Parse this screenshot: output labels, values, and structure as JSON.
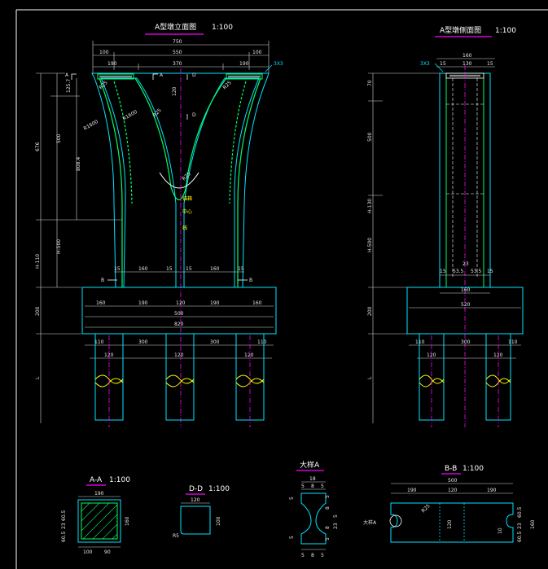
{
  "titles": {
    "front_view": "A型墩立面图",
    "front_scale": "1:100",
    "side_view": "A型墩侧面图",
    "side_scale": "1:100",
    "section_aa": "A-A",
    "section_aa_scale": "1:100",
    "section_dd": "D-D",
    "section_dd_scale": "1:100",
    "detail_a": "大样A",
    "section_bb": "B-B",
    "section_bb_scale": "1:100"
  },
  "front": {
    "top_dims": [
      "750",
      "100",
      "550",
      "100",
      "190",
      "370",
      "190"
    ],
    "callout_right": "3X3",
    "marks": [
      "A",
      "A",
      "D",
      "D",
      "B",
      "B"
    ],
    "left_dims": [
      "125.7",
      "500",
      "808.4",
      "H-500",
      "H-110",
      "676",
      "200",
      "L"
    ],
    "radius_labels": [
      "R1600",
      "R1600",
      "R25",
      "R25",
      "R25",
      "R25"
    ],
    "inner_labels": [
      "120",
      "锚箱",
      "中心",
      "线"
    ],
    "base_small_dims": [
      "15",
      "160",
      "15",
      "15",
      "160",
      "15"
    ],
    "cap_dims": [
      "160",
      "190",
      "120",
      "190",
      "160",
      "500",
      "820"
    ],
    "pile_dims": [
      "110",
      "300",
      "300",
      "110",
      "120",
      "120",
      "120"
    ]
  },
  "side": {
    "top_dims": [
      "160",
      "15",
      "130",
      "15"
    ],
    "callout_left": "3X3",
    "left_dims": [
      "70",
      "500",
      "H-130",
      "H-500",
      "200",
      "L"
    ],
    "base_dims": [
      "15",
      "53.5",
      "53.5",
      "15",
      "23",
      "160"
    ],
    "cap_dim": "520",
    "pile_dims": [
      "110",
      "300",
      "110",
      "120",
      "120"
    ]
  },
  "aa": {
    "dims": [
      "190",
      "100",
      "90",
      "160",
      "60.5",
      "23",
      "60.5"
    ]
  },
  "dd": {
    "dims": [
      "120",
      "100",
      "R5"
    ]
  },
  "detail": {
    "dims": [
      "18",
      "5",
      "8",
      "5",
      "5",
      "8",
      "5",
      "5",
      "8",
      "5",
      "5",
      "8",
      "5",
      "5",
      "23"
    ]
  },
  "bb": {
    "dims": [
      "500",
      "190",
      "120",
      "190",
      "60.5",
      "23",
      "60.5",
      "160",
      "120",
      "10",
      "R25"
    ],
    "detail_label": "大样A"
  }
}
